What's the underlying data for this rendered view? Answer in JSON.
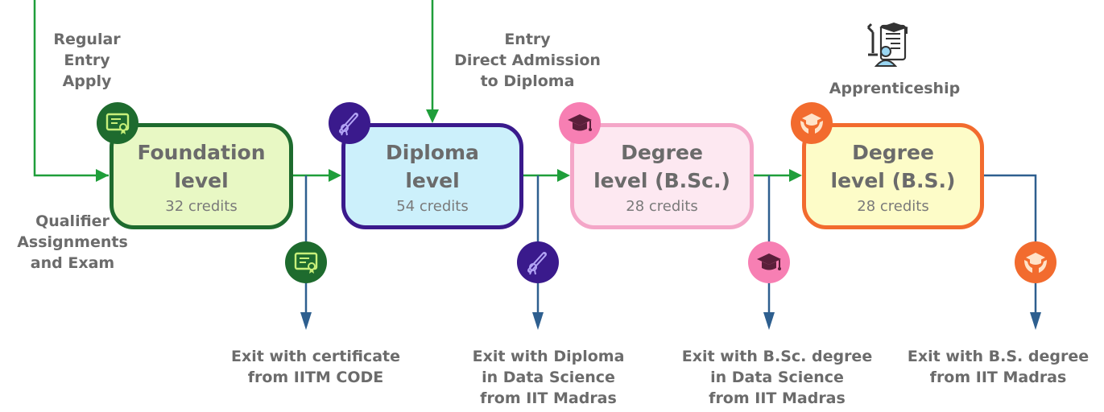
{
  "entries": {
    "regular": "Regular\nEntry\nApply",
    "direct": "Entry\nDirect Admission\nto Diploma",
    "qualifier": "Qualifier\nAssignments\nand Exam",
    "apprenticeship": "Apprenticeship"
  },
  "levels": [
    {
      "title": "Foundation\nlevel",
      "credits": "32 credits",
      "fill": "#e8f8c4",
      "border": "#1e6b2e",
      "badge": "#1e6b2e",
      "icon": "certificate-icon"
    },
    {
      "title": "Diploma\nlevel",
      "credits": "54 credits",
      "fill": "#ccf0fb",
      "border": "#3a1a8c",
      "badge": "#3a1a8c",
      "icon": "diploma-scroll-icon"
    },
    {
      "title": "Degree\nlevel (B.Sc.)",
      "credits": "28 credits",
      "fill": "#fde8f1",
      "border": "#f4a6c8",
      "badge": "#f77fb3",
      "icon": "graduation-cap-icon"
    },
    {
      "title": "Degree\nlevel (B.S.)",
      "credits": "28 credits",
      "fill": "#fdfcc8",
      "border": "#f26b2e",
      "badge": "#f26b2e",
      "icon": "hands-cap-icon"
    }
  ],
  "exits": [
    "Exit with certificate\nfrom IITM CODE",
    "Exit with Diploma\nin Data Science\nfrom IIT Madras",
    "Exit with B.Sc. degree\nin Data Science\nfrom IIT Madras",
    "Exit with B.S. degree\nfrom IIT Madras"
  ],
  "colors": {
    "entry_arrow": "#1f9e3a",
    "exit_arrow": "#2e5f8f",
    "text": "#6b6b6b"
  }
}
